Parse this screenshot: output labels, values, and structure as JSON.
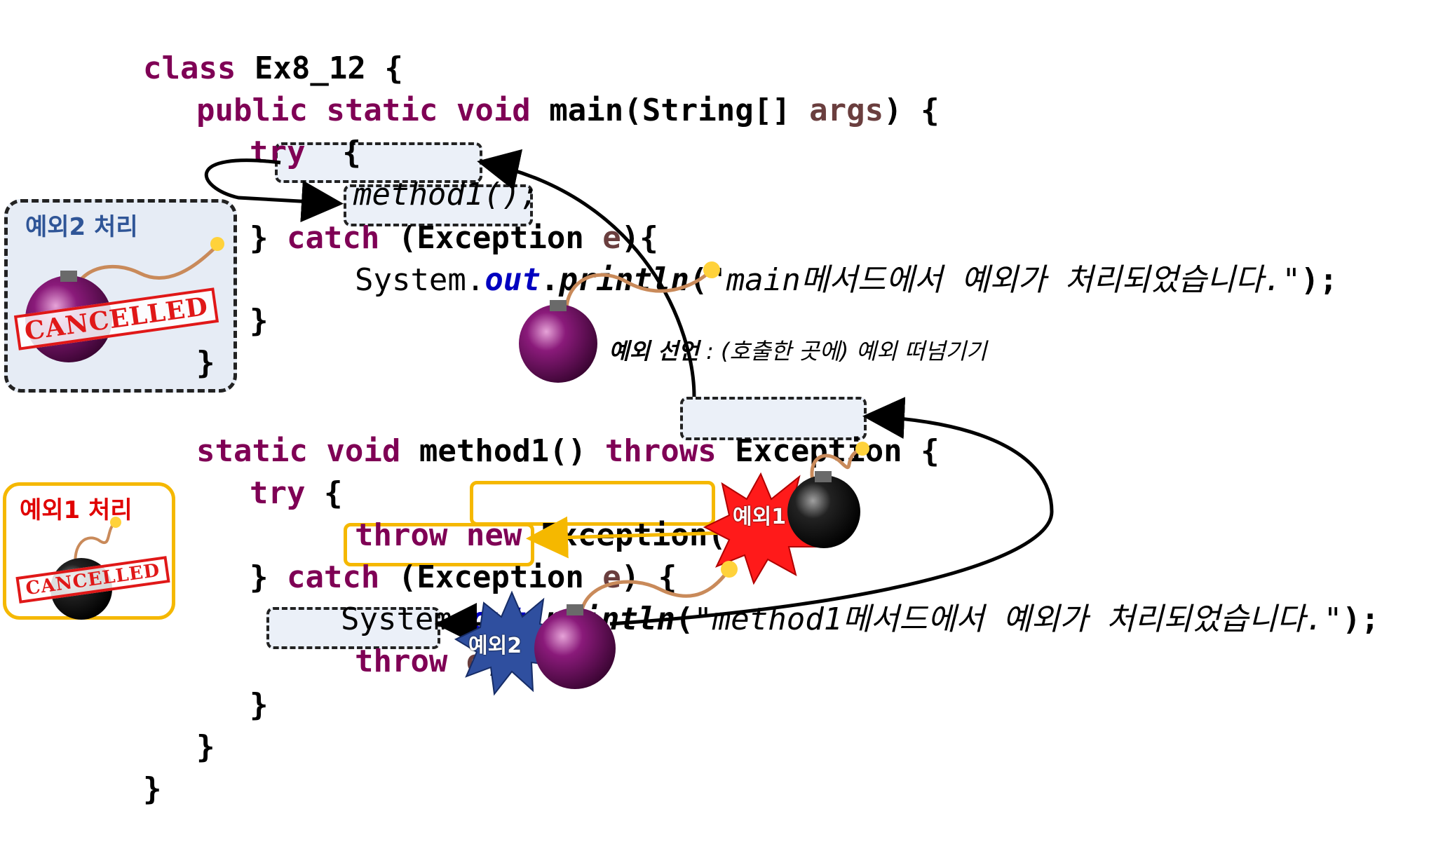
{
  "code": {
    "l1": {
      "kw": "class",
      "rest": " Ex8_12 {"
    },
    "l2": {
      "kw": "public static void",
      "name": " main(String[] ",
      "param": "args",
      "rest": ") {"
    },
    "l3": {
      "kw": "try",
      "rest": "  {"
    },
    "l4": {
      "call": "method1();"
    },
    "l5": {
      "brace": "} ",
      "kw": "catch",
      "open": " (",
      "type": "Exception",
      "param": " e",
      "rest": "){"
    },
    "l6": {
      "sys": "System.",
      "field": "out",
      "dot": ".",
      "method": "println",
      "open": "(",
      "str": "\"main메서드에서 예외가 처리되었습니다.\"",
      "close": ");"
    },
    "l7": {
      "rest": "}"
    },
    "l8": {
      "rest": "}"
    },
    "l9": {
      "kw": "static void",
      "name": " method1() ",
      "kw2": "throws",
      "sp": " ",
      "type": "Exception",
      "rest": " {"
    },
    "l10": {
      "kw": "try",
      "rest": " {"
    },
    "l11": {
      "kw": "throw new",
      "sp": " ",
      "type": "Exception();"
    },
    "l12": {
      "brace": "} ",
      "kw": "catch",
      "open": " (",
      "type": "Exception",
      "param": " e",
      "rest": ") {"
    },
    "l13": {
      "sys": "System.",
      "field": "out",
      "dot": ".",
      "method": "println",
      "open": "(",
      "str": "\"method1메서드에서 예외가 처리되었습니다.\"",
      "close": ");"
    },
    "l14": {
      "kw": "throw",
      "param": " e",
      "rest": ";"
    },
    "l15": {
      "rest": "}"
    },
    "l16": {
      "rest": "}"
    },
    "l17": {
      "rest": "}"
    }
  },
  "panels": {
    "handle2": {
      "title": "예외2 처리",
      "stamp": "CANCELLED",
      "title_color": "#2f5597"
    },
    "handle1": {
      "title": "예외1 처리",
      "stamp": "CANCELLED",
      "title_color": "#e00000"
    }
  },
  "declaration": {
    "bold": "예외 선언",
    "rest": " : (호출한 곳에) 예외 떠넘기기"
  },
  "bursts": {
    "exc1": "예외1",
    "exc2": "예외2"
  },
  "colors": {
    "keyword": "#7f0055",
    "field": "#0000c0",
    "param": "#6a3e3e",
    "gold": "#f5b800",
    "stamp": "#e01818",
    "burst_red": "#ff1a1a",
    "burst_blue": "#2f4f9f"
  }
}
